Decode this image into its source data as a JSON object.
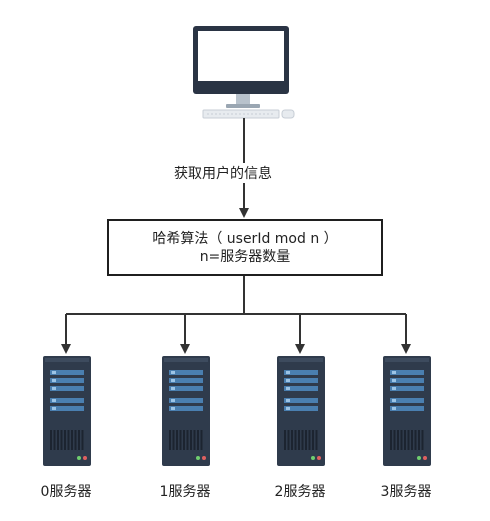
{
  "edge_label": "获取用户的信息",
  "hash_box": {
    "line1": "哈希算法（ userId mod n ）",
    "line2": "n=服务器数量"
  },
  "servers": [
    {
      "label": "0服务器"
    },
    {
      "label": "1服务器"
    },
    {
      "label": "2服务器"
    },
    {
      "label": "3服务器"
    }
  ],
  "colors": {
    "line": "#333333",
    "server_body": "#2f3b4c",
    "server_slot": "#4a7fb0",
    "monitor_frame": "#2a3444",
    "monitor_screen": "#ffffff",
    "monitor_stand": "#b8c2cc"
  },
  "icons": {
    "client": "desktop-computer-icon",
    "server": "server-rack-icon"
  }
}
